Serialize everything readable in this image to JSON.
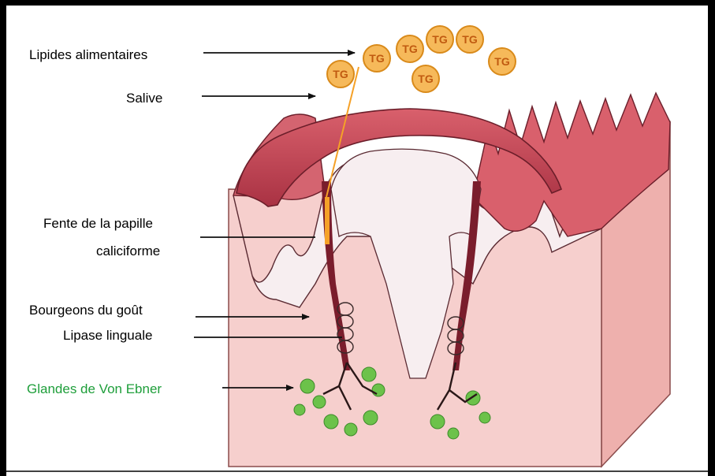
{
  "labels": {
    "dietary_lipids": "Lipides alimentaires",
    "saliva": "Salive",
    "cleft_line1": "Fente de la papille",
    "cleft_line2": "caliciforme",
    "taste_buds": "Bourgeons du goût",
    "lingual_lipase": "Lipase linguale",
    "von_ebner_glands": "Glandes de Von Ebner"
  },
  "triglyceride_label": "TG",
  "colors": {
    "frame": "#000000",
    "label_text": "#000000",
    "glands_label_text": "#1e9e3a",
    "tissue_pink": "#f6cfcd",
    "tissue_side": "#f0b7b4",
    "papilla_red": "#c8525c",
    "papilla_dark": "#7a1d2c",
    "lining_white": "#f7eef0",
    "tg_fill": "#f6b95a",
    "tg_stroke": "#d98a1a",
    "lipase_orange": "#f5a128",
    "gland_green": "#6cc24a"
  }
}
